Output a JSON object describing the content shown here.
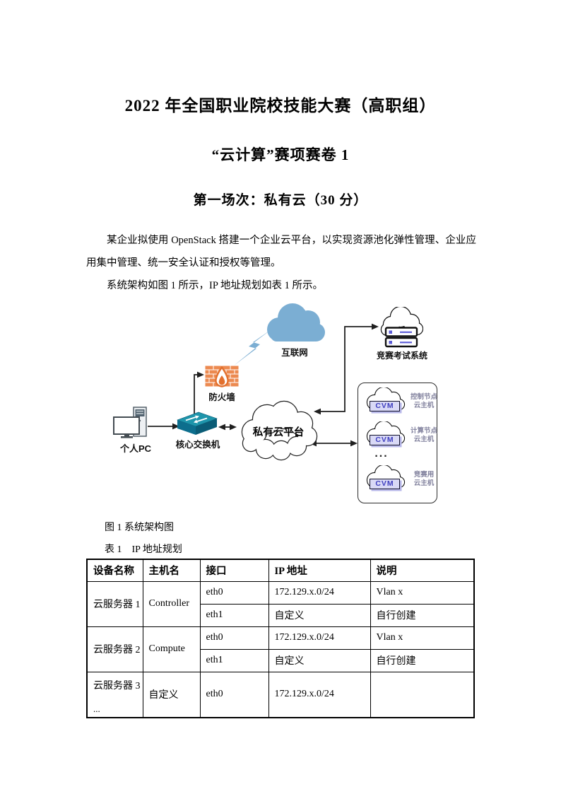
{
  "doc": {
    "title1": "2022 年全国职业院校技能大赛（高职组）",
    "title2": "“云计算”赛项赛卷 1",
    "title3": "第一场次：私有云（30 分）",
    "paragraph1": "某企业拟使用 OpenStack 搭建一个企业云平台，以实现资源池化弹性管理、企业应用集中管理、统一安全认证和授权等管理。",
    "paragraph2": "系统架构如图 1 所示，IP 地址规划如表 1 所示。",
    "figure_caption": "图 1 系统架构图",
    "table_caption": "表 1　IP 地址规划"
  },
  "diagram": {
    "pc_label": "个人PC",
    "switch_label": "核心交换机",
    "firewall_label": "防火墙",
    "internet_label": "互联网",
    "private_cloud_label": "私有云平台",
    "exam_system_label": "竞赛考试系统",
    "cvm_label": "CVM",
    "ellipsis": "...",
    "nodes": [
      {
        "line1": "控制节点",
        "line2": "云主机"
      },
      {
        "line1": "计算节点",
        "line2": "云主机"
      },
      {
        "line1": "竞赛用",
        "line2": "云主机"
      }
    ],
    "colors": {
      "cloud_blue": "#7baed3",
      "switch_top": "#1e95ab",
      "switch_front": "#0d6e8d",
      "switch_side": "#0a5c76",
      "firewall_brick": "#ec8a50",
      "flame_stroke": "#e2702e",
      "cvm_fill": "#d9d9f6",
      "cvm_text": "#3f3fbf",
      "server_accent": "#5b5bd6",
      "node_label_gray": "#82829e"
    }
  },
  "table": {
    "headers": [
      "设备名称",
      "主机名",
      "接口",
      "IP 地址",
      "说明"
    ],
    "groups": [
      {
        "device": "云服务器 1",
        "hostname": "Controller",
        "ifaces": [
          {
            "iface": "eth0",
            "ip": "172.129.x.0/24",
            "note": "Vlan x"
          },
          {
            "iface": "eth1",
            "ip": "自定义",
            "note": "自行创建"
          }
        ]
      },
      {
        "device": "云服务器 2",
        "hostname": "Compute",
        "ifaces": [
          {
            "iface": "eth0",
            "ip": "172.129.x.0/24",
            "note": "Vlan x"
          },
          {
            "iface": "eth1",
            "ip": "自定义",
            "note": "自行创建"
          }
        ]
      },
      {
        "device": "云服务器 3",
        "device_suffix": "...",
        "hostname": "自定义",
        "ifaces": [
          {
            "iface": "eth0",
            "ip": "172.129.x.0/24",
            "note": ""
          }
        ]
      }
    ]
  }
}
